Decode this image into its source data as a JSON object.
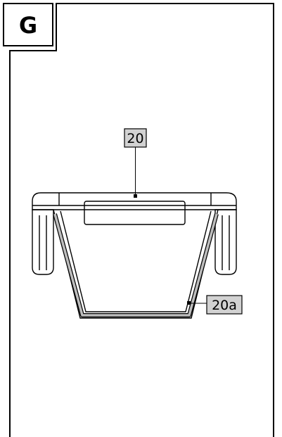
{
  "step": {
    "letter": "G"
  },
  "callouts": {
    "main_part": "20",
    "seal_part": "20a"
  },
  "colors": {
    "callout_fill": "#d2d2d2",
    "seal_fill": "#bdbdbd",
    "line": "#000000"
  }
}
